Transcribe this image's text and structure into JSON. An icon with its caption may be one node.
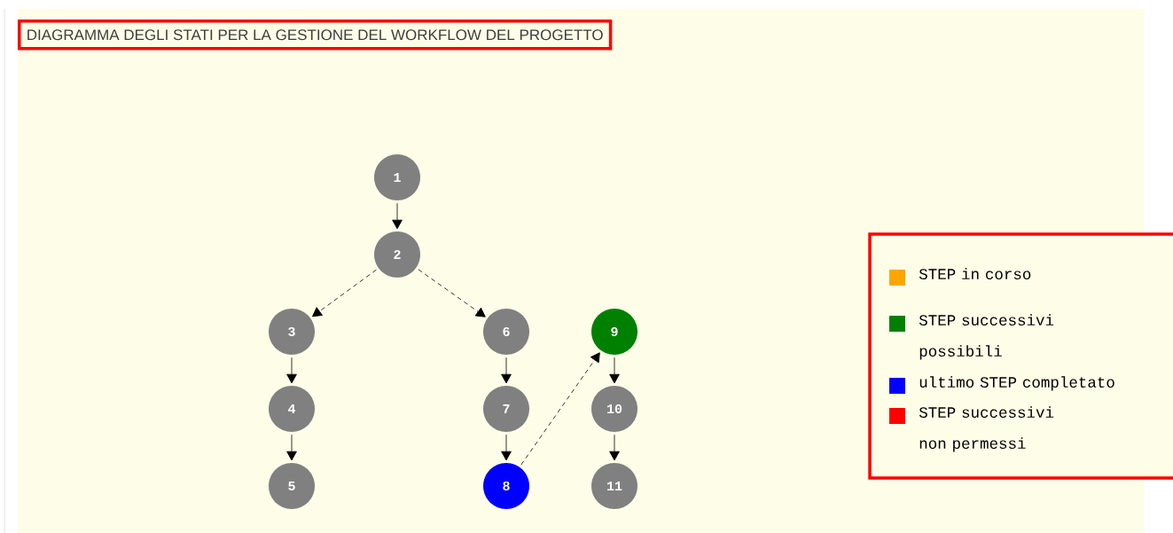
{
  "diagram": {
    "title": "DIAGRAMMA DEGLI STATI PER LA GESTIONE DEL WORKFLOW DEL PROGETTO",
    "nodes": [
      {
        "text": [
          "1"
        ]
      },
      {
        "text": [
          "2"
        ]
      },
      {
        "text": [
          "3"
        ]
      },
      {
        "text": [
          "4"
        ]
      },
      {
        "text": [
          "5"
        ]
      },
      {
        "text": [
          "6"
        ]
      },
      {
        "text": [
          "7"
        ]
      },
      {
        "text": [
          "8"
        ]
      },
      {
        "text": [
          "9"
        ]
      },
      {
        "text": [
          "10"
        ]
      },
      {
        "text": [
          "11"
        ]
      }
    ],
    "edges": [
      {
        "from": 0,
        "to": 1,
        "arrow": "to"
      },
      {
        "from": 1,
        "to": 2,
        "arrow": "to",
        "style": "dashed"
      },
      {
        "from": 1,
        "to": 5,
        "arrow": "to",
        "style": "dashed"
      },
      {
        "from": 2,
        "to": 3,
        "arrow": "to"
      },
      {
        "from": 3,
        "to": 4,
        "arrow": "to"
      },
      {
        "from": 5,
        "to": 6,
        "arrow": "to"
      },
      {
        "from": 6,
        "to": 7,
        "arrow": "to"
      },
      {
        "from": 7,
        "to": 8,
        "arrow": "to",
        "style": "dashed"
      },
      {
        "from": 8,
        "to": 9,
        "arrow": "to"
      },
      {
        "from": 9,
        "to": 10,
        "arrow": "to"
      }
    ],
    "legend": [
      {
        "text": "STEP in corso",
        "color": "#ffa500"
      },
      {
        "text": "STEP successivi possibili",
        "color": "#008000"
      },
      {
        "text": "ultimo STEP completato",
        "color": "#0000ff"
      },
      {
        "text": "STEP successivi non permessi",
        "color": "#ff0000"
      }
    ]
  }
}
